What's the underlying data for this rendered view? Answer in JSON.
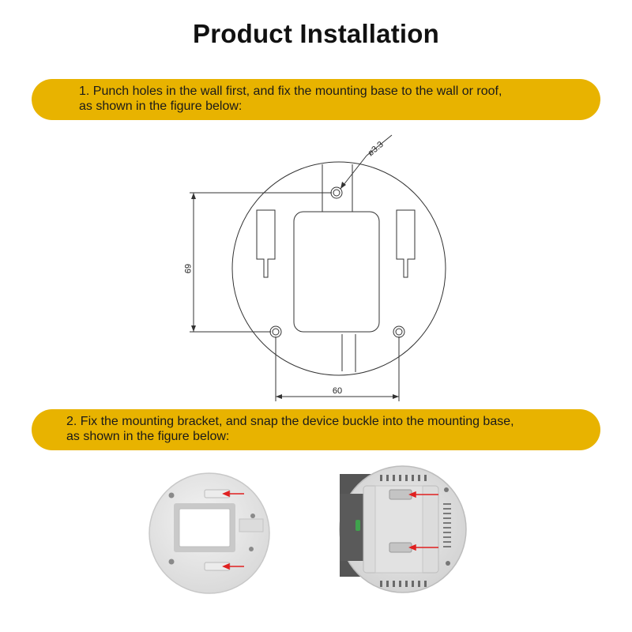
{
  "page": {
    "title": "Product Installation"
  },
  "steps": [
    {
      "line1": "1. Punch holes in the wall first, and fix the mounting base to the wall or roof,",
      "line2": "as shown in the figure below:"
    },
    {
      "line1": "2. Fix the mounting bracket, and snap the device buckle into the mounting base,",
      "line2": "as shown in the figure below:"
    }
  ],
  "diagram": {
    "hole_diameter_label": "ø3.3",
    "vertical_dimension": "69",
    "horizontal_dimension": "60"
  },
  "colors": {
    "banner": "#e8b300",
    "arrow": "#e02020",
    "line": "#333333"
  }
}
